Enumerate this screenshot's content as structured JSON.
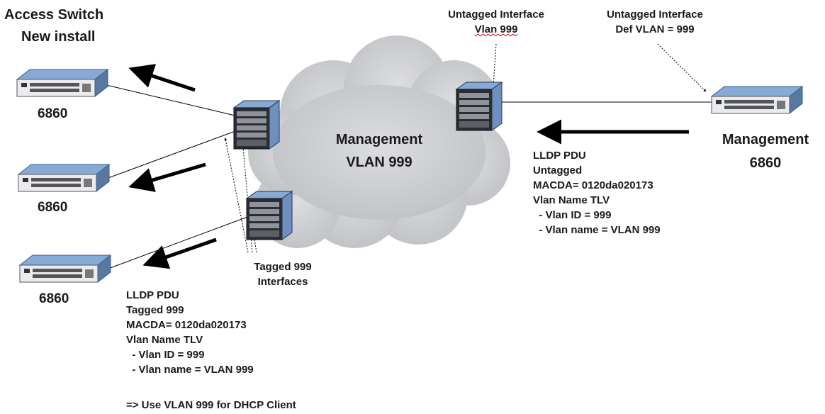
{
  "title_line1": "Access Switch",
  "title_line2": "New install",
  "switch_label": "6860",
  "cloud_label_line1": "Management",
  "cloud_label_line2": "VLAN 999",
  "mgmt_switch_line1": "Management",
  "mgmt_switch_line2": "6860",
  "untagged_iface_a": {
    "line1": "Untagged Interface",
    "line2": "Vlan 999"
  },
  "untagged_iface_b": {
    "line1": "Untagged Interface",
    "line2": "Def VLAN = 999"
  },
  "tagged_iface": {
    "line1": "Tagged 999",
    "line2": "Interfaces"
  },
  "pdu_right": [
    "LLDP PDU",
    "Untagged",
    "MACDA= 0120da020173",
    "Vlan Name TLV",
    "  - Vlan ID = 999",
    "  - Vlan name = VLAN 999"
  ],
  "pdu_left": [
    "LLDP PDU",
    "Tagged 999",
    "MACDA= 0120da020173",
    "Vlan Name TLV",
    "  - Vlan ID = 999",
    "  - Vlan name = VLAN 999"
  ],
  "dhcp_note": "=> Use VLAN 999 for DHCP Client",
  "colors": {
    "cloud": "#cfd0d2",
    "switch_body": "#3b3e44",
    "switch_top": "#86a9d6",
    "arrow": "#000000"
  }
}
